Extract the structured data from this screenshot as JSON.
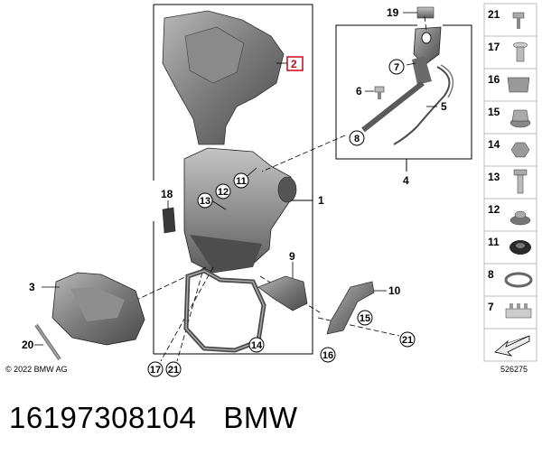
{
  "callouts": {
    "c1": "1",
    "c2": "2",
    "c3": "3",
    "c4": "4",
    "c5": "5",
    "c6": "6",
    "c7": "7",
    "c8": "8",
    "c9": "9",
    "c10": "10",
    "c11": "11",
    "c12": "12",
    "c13": "13",
    "c14": "14",
    "c15": "15",
    "c16": "16",
    "c17": "17",
    "c18": "18",
    "c19": "19",
    "c20": "20",
    "c21a": "21",
    "c21b": "21"
  },
  "sidebar": {
    "items": [
      {
        "label": "21",
        "icon": "clip-icon"
      },
      {
        "label": "17",
        "icon": "expanding-rivet-icon"
      },
      {
        "label": "16",
        "icon": "spring-nut-icon"
      },
      {
        "label": "15",
        "icon": "collar-nut-icon"
      },
      {
        "label": "14",
        "icon": "hex-nut-icon"
      },
      {
        "label": "13",
        "icon": "hex-bolt-icon"
      },
      {
        "label": "12",
        "icon": "grommet-icon"
      },
      {
        "label": "11",
        "icon": "rubber-grommet-icon"
      },
      {
        "label": "8",
        "icon": "hose-clamp-icon"
      },
      {
        "label": "7",
        "icon": "cable-holder-icon"
      },
      {
        "label": "",
        "icon": "arrow-icon"
      }
    ]
  },
  "copyright": "© 2022 BMW AG",
  "ref_code": "526275",
  "footer": {
    "part_number": "16197308104",
    "brand": "BMW"
  },
  "colors": {
    "highlight": "#d0021b",
    "part_dark": "#5a5a5a",
    "part_light": "#9a9a9a"
  }
}
